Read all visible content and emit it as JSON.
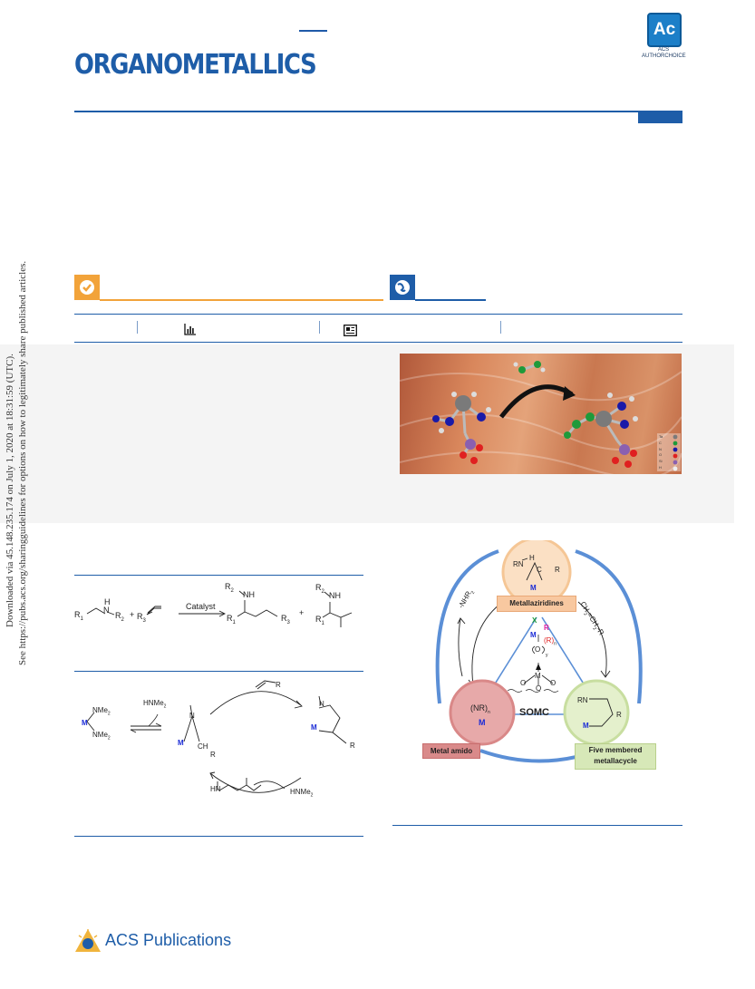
{
  "journal": {
    "name": "ORGANOMETALLICS"
  },
  "badge": {
    "text": "Ac",
    "label_line1": "ACS",
    "label_line2": "AUTHORCHOICE"
  },
  "sidebar": {
    "line1": "Downloaded via 45.148.235.174 on July 1, 2020 at 18:31:59 (UTC).",
    "line2": "See https://pubs.acs.org/sharingguidelines for options on how to legitimately share published articles."
  },
  "toc_legend": [
    "Ta",
    "C",
    "N",
    "O",
    "Si",
    "H"
  ],
  "scheme1": {
    "reactant_amine": {
      "h": "H",
      "n": "N",
      "r1": "R",
      "r1_sub": "1",
      "r2": "R",
      "r2_sub": "2"
    },
    "plus": "+",
    "alkene": {
      "r3": "R",
      "r3_sub": "3"
    },
    "catalyst": "Catalyst",
    "linear": {
      "nh": "NH",
      "r2": "R",
      "r2_sub": "2",
      "r1": "R",
      "r1_sub": "1",
      "r3": "R",
      "r3_sub": "3"
    },
    "branched": {
      "nh": "NH",
      "r2": "R",
      "r2_sub": "2",
      "r1": "R",
      "r1_sub": "1"
    }
  },
  "scheme2": {
    "m": "M",
    "nme2_top": "NMe",
    "nme2_bottom": "NMe",
    "sub2": "2",
    "hnme2_out": "HNMe",
    "n": "N",
    "ch": "CH",
    "r": "R",
    "product": "HN",
    "hnme2_in": "HNMe"
  },
  "scheme3": {
    "top_label": "Metallaziridines",
    "left_label": "Metal amido",
    "right_label": "Five membered metallacycle",
    "center": "SOMC",
    "arrow_left": "-NHR",
    "arrow_left_sub": "2",
    "arrow_right": "CH",
    "arrow_right_rest": "=CH",
    "arrow_right_r": "-R",
    "rn": "RN",
    "c_r": "C",
    "h": "H",
    "r": "R",
    "m": "M",
    "x": "X",
    "n": "n",
    "y": "y",
    "o": "O",
    "nr": "NR",
    "ring_rn": "RN"
  },
  "footer": {
    "publisher": "ACS Publications"
  },
  "colors": {
    "brand_blue": "#1e5da8",
    "orange": "#f2a33a",
    "metal_blue": "#1a2bd6"
  }
}
